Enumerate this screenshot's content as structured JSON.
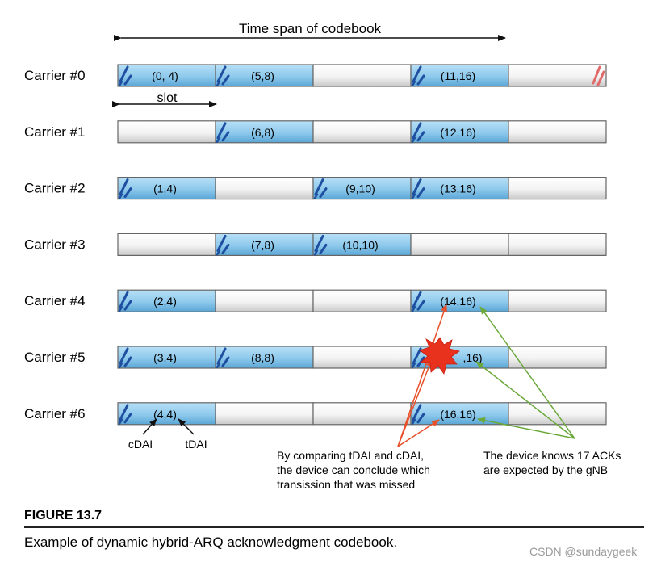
{
  "diagram": {
    "title": "Time span of codebook",
    "slot_label": "slot",
    "carriers": [
      {
        "label": "Carrier #0",
        "cells": [
          {
            "label": "(0, 4)",
            "filled": true
          },
          {
            "label": "(5,8)",
            "filled": true
          },
          {
            "label": "",
            "filled": false
          },
          {
            "label": "(11,16)",
            "filled": true
          },
          {
            "label": "",
            "filled": false,
            "missed_marker": true
          }
        ]
      },
      {
        "label": "Carrier #1",
        "cells": [
          {
            "label": "",
            "filled": false
          },
          {
            "label": "(6,8)",
            "filled": true
          },
          {
            "label": "",
            "filled": false
          },
          {
            "label": "(12,16)",
            "filled": true
          },
          {
            "label": "",
            "filled": false
          }
        ]
      },
      {
        "label": "Carrier #2",
        "cells": [
          {
            "label": "(1,4)",
            "filled": true
          },
          {
            "label": "",
            "filled": false
          },
          {
            "label": "(9,10)",
            "filled": true
          },
          {
            "label": "(13,16)",
            "filled": true
          },
          {
            "label": "",
            "filled": false
          }
        ]
      },
      {
        "label": "Carrier #3",
        "cells": [
          {
            "label": "",
            "filled": false
          },
          {
            "label": "(7,8)",
            "filled": true
          },
          {
            "label": "(10,10)",
            "filled": true
          },
          {
            "label": "",
            "filled": false
          },
          {
            "label": "",
            "filled": false
          }
        ]
      },
      {
        "label": "Carrier #4",
        "cells": [
          {
            "label": "(2,4)",
            "filled": true
          },
          {
            "label": "",
            "filled": false
          },
          {
            "label": "",
            "filled": false
          },
          {
            "label": "(14,16)",
            "filled": true
          },
          {
            "label": "",
            "filled": false
          }
        ]
      },
      {
        "label": "Carrier #5",
        "cells": [
          {
            "label": "(3,4)",
            "filled": true
          },
          {
            "label": "(8,8)",
            "filled": true
          },
          {
            "label": "",
            "filled": false
          },
          {
            "label": "(15,16)",
            "filled": true,
            "missed": true,
            "visible_text": ",16)"
          },
          {
            "label": "",
            "filled": false
          }
        ]
      },
      {
        "label": "Carrier #6",
        "cells": [
          {
            "label": "(4,4)",
            "filled": true
          },
          {
            "label": "",
            "filled": false
          },
          {
            "label": "",
            "filled": false
          },
          {
            "label": "(16,16)",
            "filled": true
          },
          {
            "label": "",
            "filled": false
          }
        ]
      }
    ],
    "cdai_label": "cDAI",
    "tdai_label": "tDAI",
    "annotation_left": [
      "By comparing tDAI and cDAI,",
      "the device can conclude which",
      "transission that was missed"
    ],
    "annotation_right": [
      "The device knows 17 ACKs",
      "are expected by the gNB"
    ],
    "figure_label": "FIGURE 13.7",
    "caption": "Example of dynamic hybrid-ARQ acknowledgment codebook.",
    "watermark": "CSDN @sundaygeek"
  },
  "colors": {
    "cell_fill": "#8ec9ec",
    "cell_empty": "#f2f2f2",
    "cell_stroke": "#666666",
    "stripe": "#1f4fa0",
    "missed_stripe": "#e06a6a",
    "arrow_red": "#e8502a",
    "arrow_green": "#6aa83a",
    "burst": "#e8321e"
  }
}
